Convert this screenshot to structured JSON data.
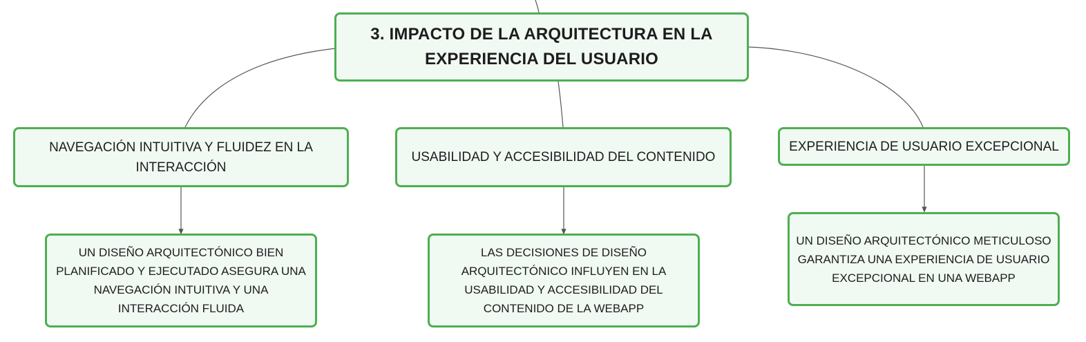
{
  "diagram": {
    "root": {
      "label": "3. IMPACTO DE LA ARQUITECTURA EN LA EXPERIENCIA DEL USUARIO"
    },
    "branches": [
      {
        "label": "NAVEGACIÓN INTUITIVA Y FLUIDEZ EN LA INTERACCIÓN",
        "child": "UN DISEÑO ARQUITECTÓNICO BIEN PLANIFICADO Y EJECUTADO ASEGURA UNA NAVEGACIÓN INTUITIVA Y UNA INTERACCIÓN FLUIDA"
      },
      {
        "label": "USABILIDAD Y ACCESIBILIDAD DEL CONTENIDO",
        "child": "LAS DECISIONES DE DISEÑO ARQUITECTÓNICO INFLUYEN EN LA USABILIDAD Y ACCESIBILIDAD DEL CONTENIDO DE LA WEBAPP"
      },
      {
        "label": "EXPERIENCIA DE USUARIO EXCEPCIONAL",
        "child": "UN DISEÑO ARQUITECTÓNICO METICULOSO GARANTIZA UNA EXPERIENCIA DE USUARIO EXCEPCIONAL EN UNA WEBAPP"
      }
    ],
    "colors": {
      "node_border": "#4caf50",
      "node_fill": "#f1f9f3",
      "connector": "#555555",
      "text": "#1d1d1d"
    }
  }
}
